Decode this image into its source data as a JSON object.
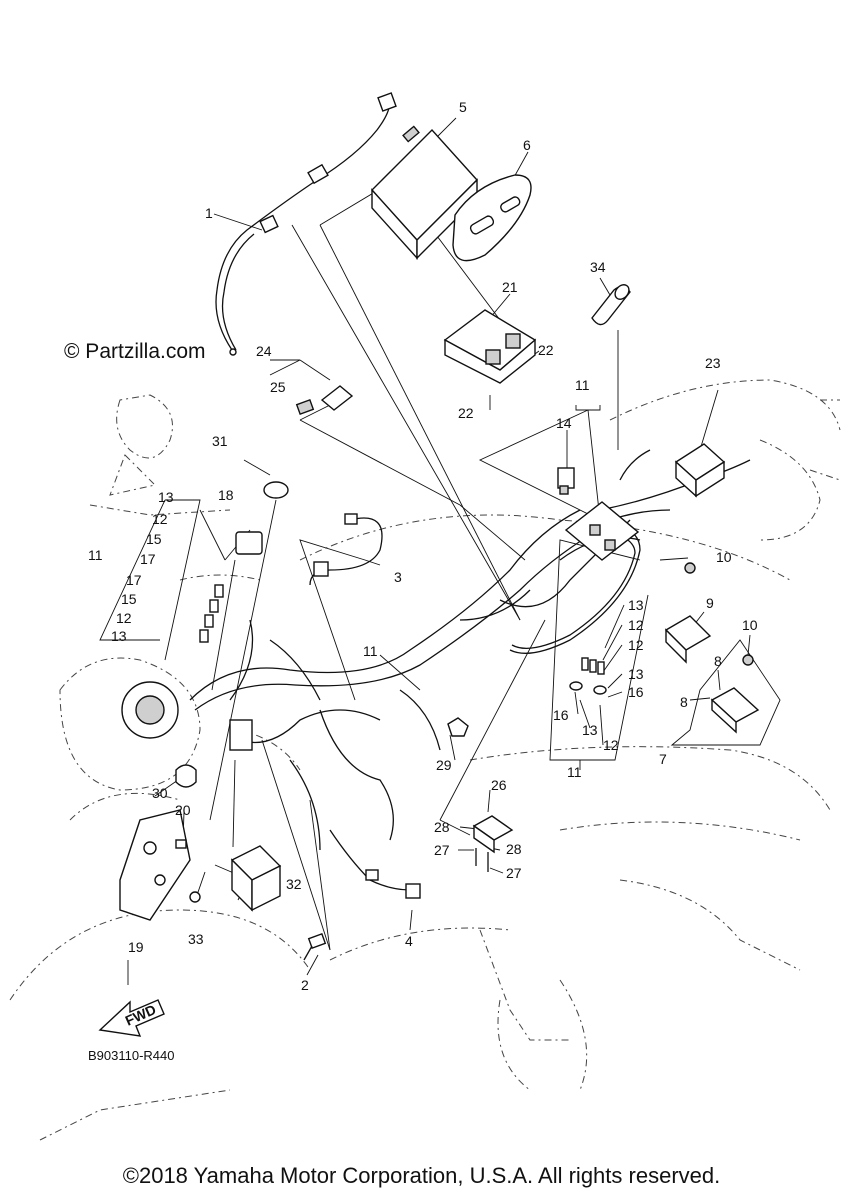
{
  "watermark": "© Partzilla.com",
  "reference_code": "B903110-R440",
  "copyright": "©2018 Yamaha Motor Corporation, U.S.A. All rights reserved.",
  "fwd_label": "FWD",
  "callouts": {
    "c1": "1",
    "c2": "2",
    "c3": "3",
    "c4": "4",
    "c5": "5",
    "c6": "6",
    "c7": "7",
    "c8a": "8",
    "c8b": "8",
    "c9": "9",
    "c10a": "10",
    "c10b": "10",
    "c11a": "11",
    "c11b": "11",
    "c11c": "11",
    "c11d": "11",
    "c12a": "12",
    "c12b": "12",
    "c12c": "12",
    "c12d": "12",
    "c12e": "12",
    "c13a": "13",
    "c13b": "13",
    "c13c": "13",
    "c13d": "13",
    "c13e": "13",
    "c14": "14",
    "c15a": "15",
    "c15b": "15",
    "c16a": "16",
    "c16b": "16",
    "c17a": "17",
    "c17b": "17",
    "c18": "18",
    "c19": "19",
    "c20": "20",
    "c21": "21",
    "c22a": "22",
    "c22b": "22",
    "c23": "23",
    "c24": "24",
    "c25": "25",
    "c26": "26",
    "c27a": "27",
    "c27b": "27",
    "c28a": "28",
    "c28b": "28",
    "c29": "29",
    "c30": "30",
    "c31": "31",
    "c32": "32",
    "c33": "33",
    "c34": "34"
  }
}
